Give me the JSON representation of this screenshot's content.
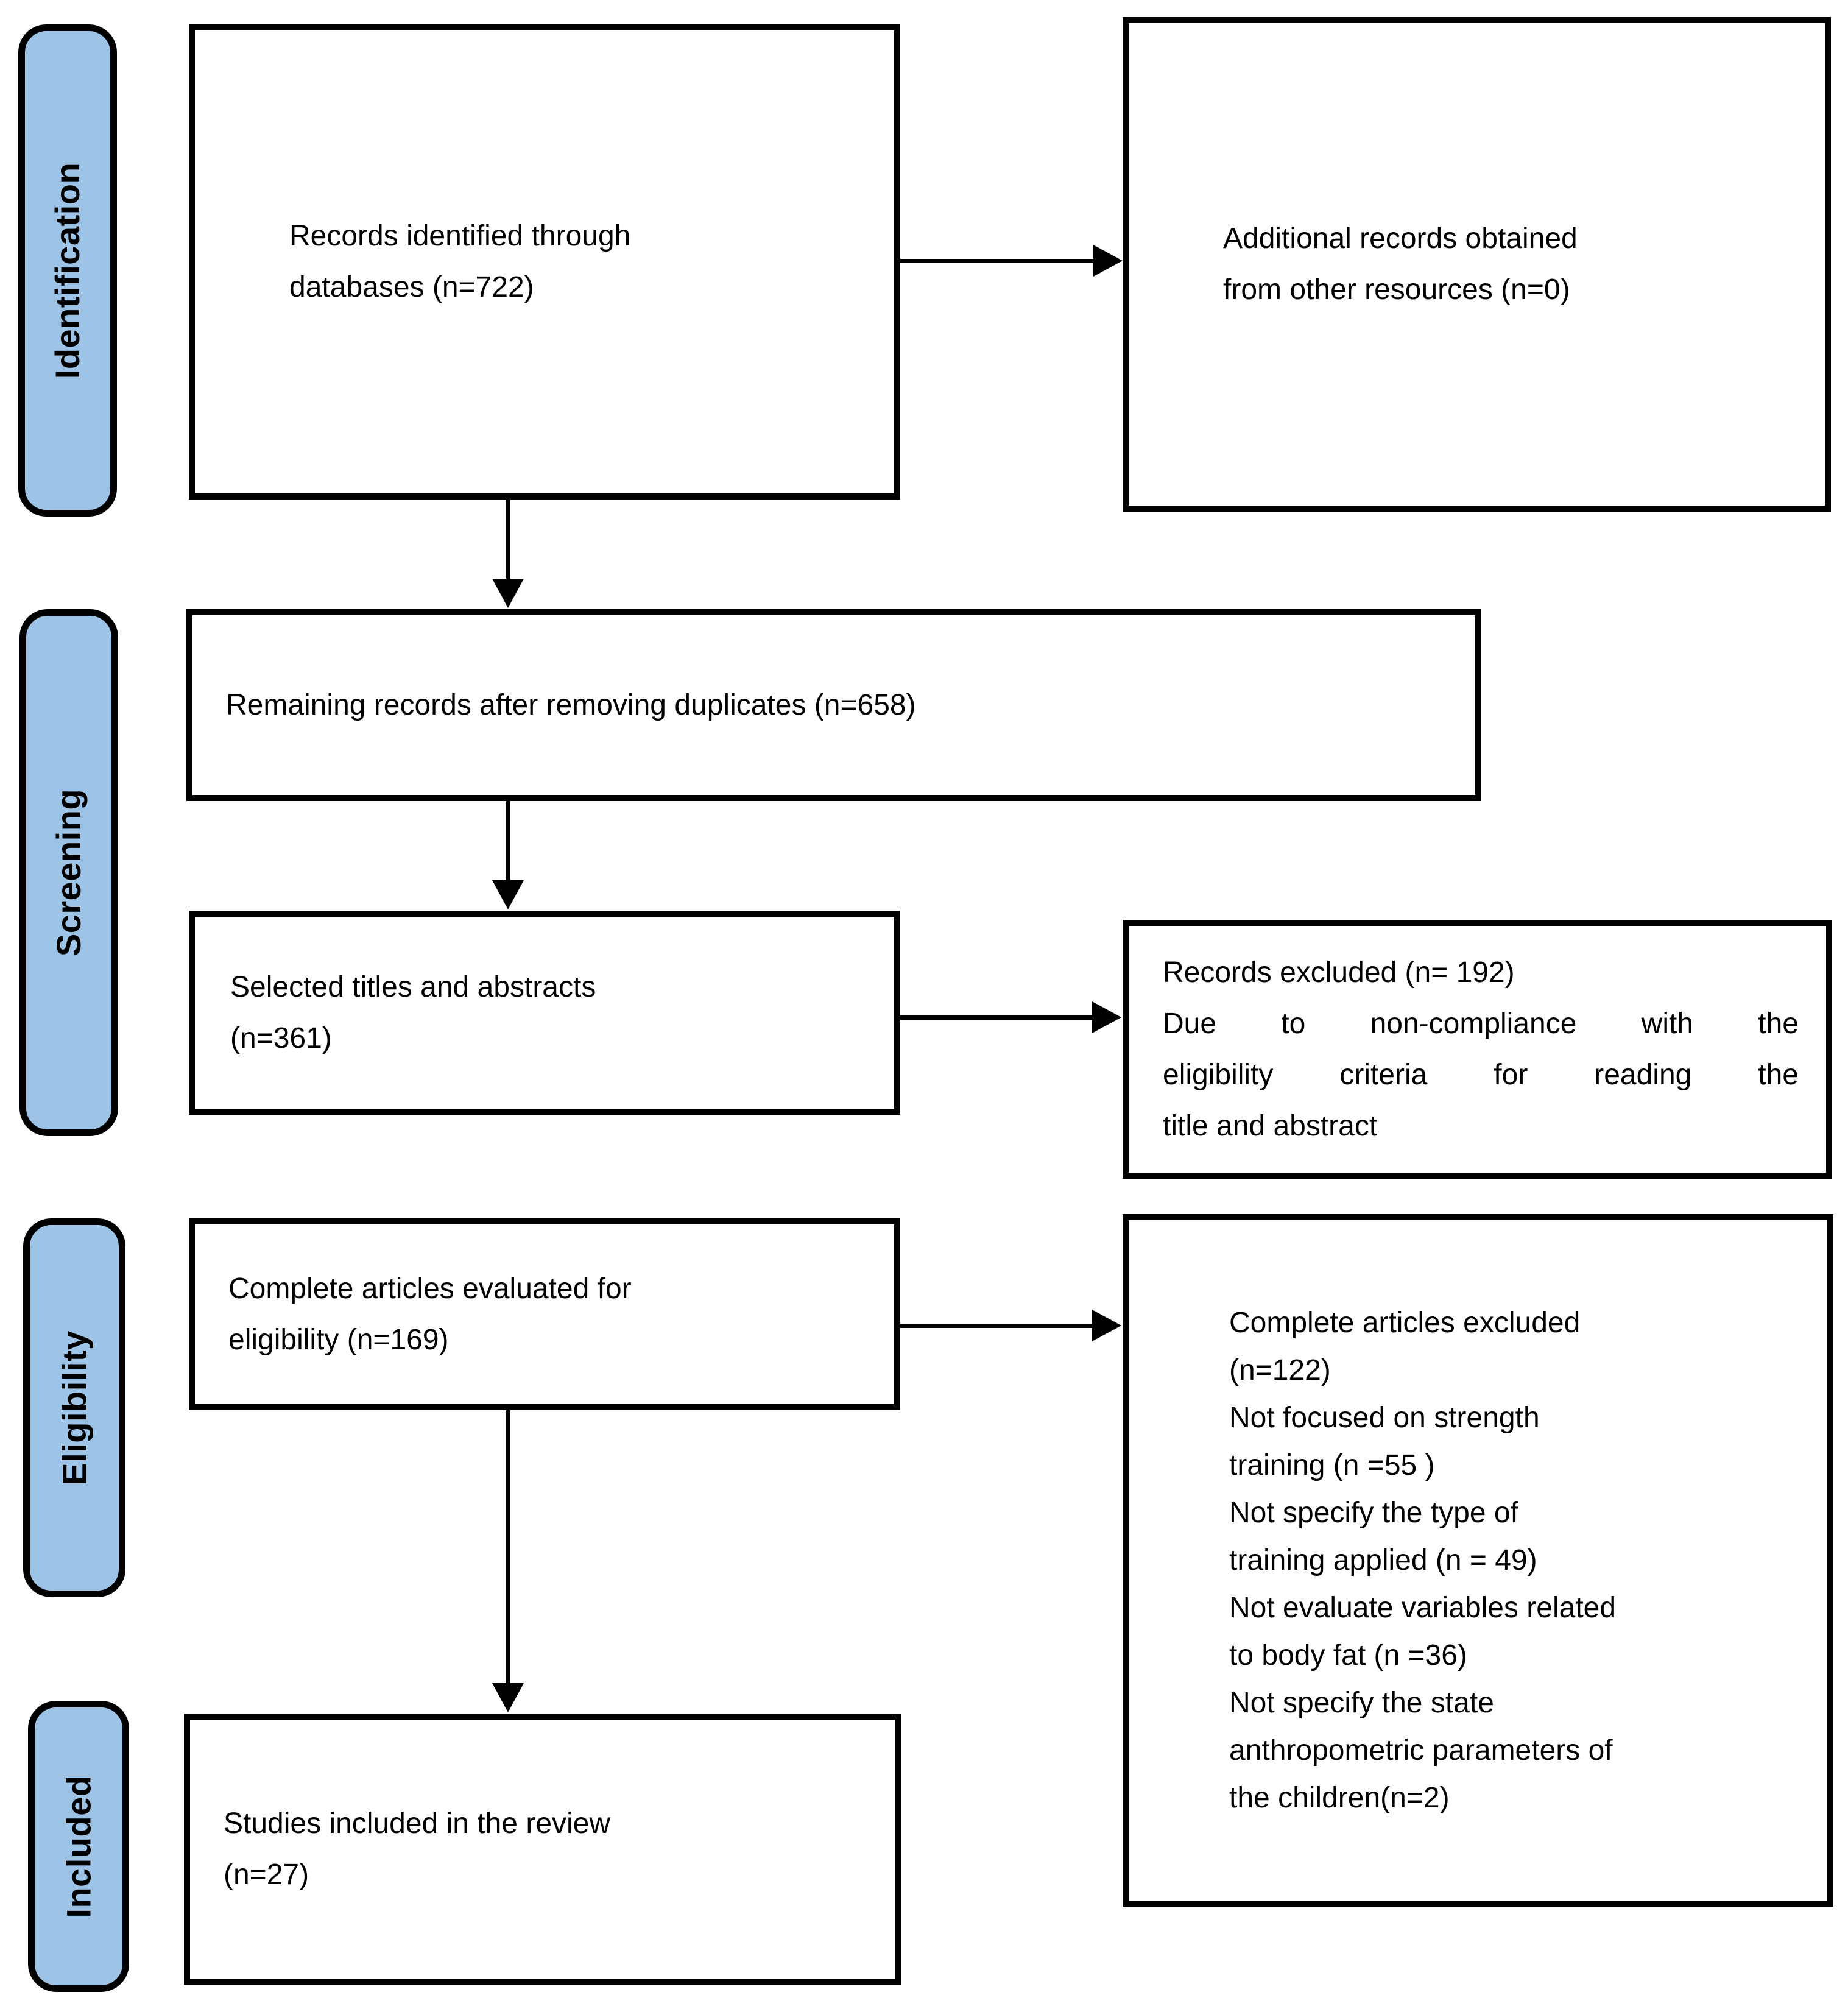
{
  "figure": {
    "kind": "systematic-review-flow-diagram"
  },
  "stages": [
    {
      "id": "identification",
      "label": "Identification"
    },
    {
      "id": "screening",
      "label": "Screening"
    },
    {
      "id": "eligibility",
      "label": "Eligibility"
    },
    {
      "id": "included",
      "label": "Included"
    }
  ],
  "boxes": {
    "records_identified": "Records identified through\ndatabases (n=722)",
    "additional_records": "Additional records obtained\nfrom other resources (n=0)",
    "after_duplicates": "Remaining records after removing duplicates (n=658)",
    "titles_abstracts": "Selected titles and abstracts\n(n=361)",
    "records_excluded_heading": "Records excluded (n= 192)",
    "records_excluded_lines": [
      "Due to non-compliance with the",
      "eligibility criteria for reading the",
      "title and abstract"
    ],
    "articles_evaluated": "Complete articles evaluated for\neligibility (n=169)",
    "articles_excluded": "Complete articles excluded\n(n=122)\nNot focused on strength\ntraining (n =55 )\nNot specify the type of\ntraining applied (n = 49)\nNot evaluate variables related\nto body fat (n =36)\nNot specify the state\nanthropometric parameters of\nthe children(n=2)",
    "studies_included": "Studies included in the review\n(n=27)"
  },
  "counts": {
    "identified": 722,
    "additional": 0,
    "after_duplicates": 658,
    "titles_abstracts_screened": 361,
    "records_excluded": 192,
    "full_text_evaluated": 169,
    "full_text_excluded": 122,
    "not_focused_strength_training": 55,
    "not_specify_training_type": 49,
    "not_evaluate_body_fat": 36,
    "not_specify_anthropometric": 2,
    "included_in_review": 27
  },
  "colors": {
    "stage_fill": "#9DC3E6",
    "border": "#000000",
    "arrow": "#000000",
    "background": "#FFFFFF"
  }
}
